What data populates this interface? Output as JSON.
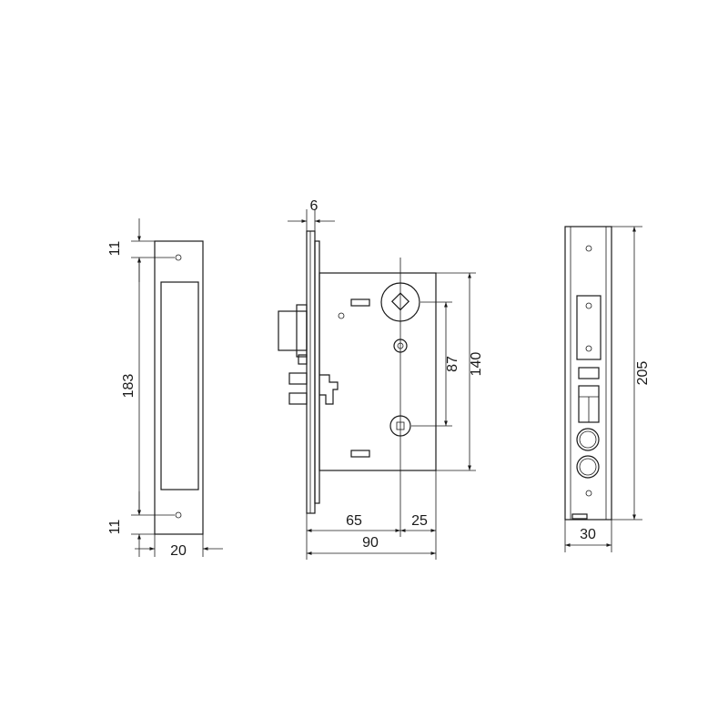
{
  "colors": {
    "line": "#1a1a1a",
    "background": "#ffffff"
  },
  "strike_plate": {
    "dim_top_offset": "11",
    "dim_height": "183",
    "dim_bottom_offset": "11",
    "dim_width": "20"
  },
  "lock_body": {
    "dim_faceplate_thickness": "6",
    "dim_center_spacing": "87",
    "dim_case_height": "140",
    "dim_backset": "65",
    "dim_case_front": "25",
    "dim_case_depth": "90"
  },
  "faceplate": {
    "dim_height": "205",
    "dim_width": "30"
  }
}
